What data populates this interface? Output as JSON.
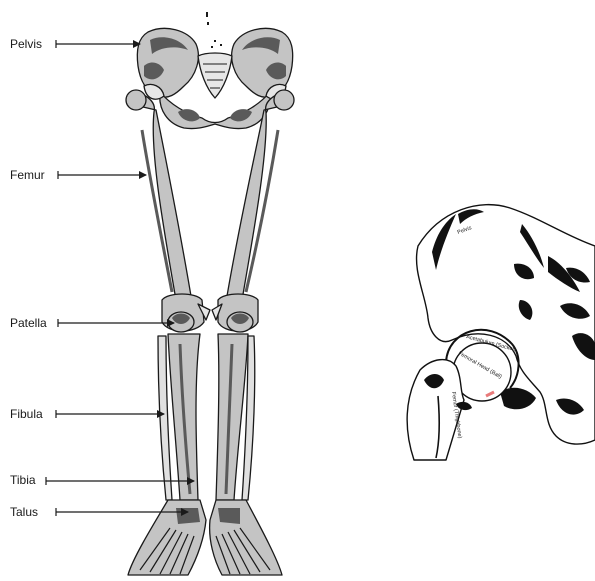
{
  "legs_diagram": {
    "labels": {
      "pelvis": "Pelvis",
      "femur": "Femur",
      "patella": "Patella",
      "fibula": "Fibula",
      "tibia": "Tibia",
      "talus": "Talus"
    }
  },
  "hip_joint": {
    "labels": {
      "pelvis": "Pelvis",
      "acetabulum": "Acetabulum (Socket)",
      "femoral_head": "Femoral Head (Ball)",
      "femur": "Femur (Thighbone)"
    }
  },
  "colors": {
    "bone_fill": "#c4c4c4",
    "bone_shadow": "#5a5a5a",
    "outline": "#1a1a1a",
    "cartilage": "#e6e6e6",
    "highlight": "#e87a7a"
  }
}
